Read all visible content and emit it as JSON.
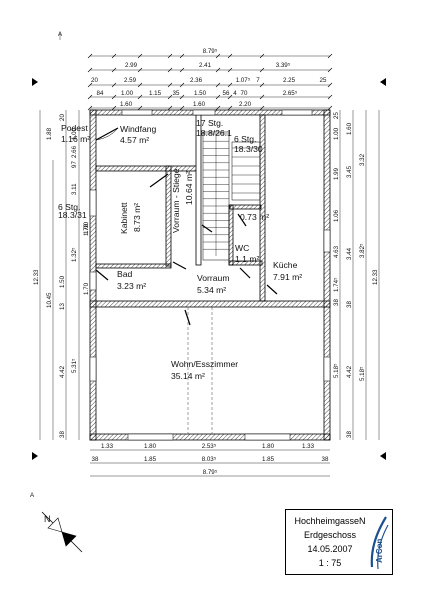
{
  "title_block": {
    "project": "HochheimgasseN",
    "floor": "Erdgeschoss",
    "date": "14.05.2007",
    "scale": "1 : 75",
    "logo_text": "ArCon Visuelle Architektur"
  },
  "rooms": [
    {
      "name": "Podest",
      "area": "1.16 m²"
    },
    {
      "name": "Windfang",
      "area": "4.57 m²"
    },
    {
      "name": "17 Stg.",
      "area": "18.8/26.1"
    },
    {
      "name": "6 Stg.",
      "area": "18.3/30"
    },
    {
      "name": "Vorraum - Stiege",
      "area": "10.64 m²"
    },
    {
      "name": "Kabinett",
      "area": "8.73 m²"
    },
    {
      "name": "",
      "area": "0.73 m²"
    },
    {
      "name": "WC",
      "area": "1.1 m²"
    },
    {
      "name": "Küche",
      "area": "7.91 m²"
    },
    {
      "name": "6 Stg.",
      "area": "18.3/31"
    },
    {
      "name": "Bad",
      "area": "3.23 m²"
    },
    {
      "name": "Vorraum",
      "area": "5.34 m²"
    },
    {
      "name": "Wohn/Esszimmer",
      "area": "35.14 m²"
    }
  ],
  "dims_top": {
    "overall": "8.79⁵",
    "row1": [
      "2.99",
      "2.41",
      "3.39⁵"
    ],
    "row2": [
      "20",
      "2.59",
      "2.36",
      "1.07⁵",
      "7",
      "2.25",
      "25"
    ],
    "row3": [
      "84",
      "1.00",
      "1.15",
      "35",
      "1.50",
      "56",
      "4",
      "70",
      "2.65⁵"
    ],
    "row4": [
      "1.60",
      "1.60",
      "2.20"
    ]
  },
  "dims_bottom": {
    "row1": [
      "1.33",
      "1.80",
      "2.53⁵",
      "1.80",
      "1.33"
    ],
    "row2": [
      "38",
      "1.85",
      "8.03⁵",
      "1.85",
      "38"
    ],
    "overall": "8.79⁵"
  },
  "dims_left": {
    "overall": "12.33",
    "mid": [
      "1.88",
      "10.45"
    ],
    "inner": [
      "3.11",
      "1.32⁵",
      "1.50",
      "13",
      "4.42",
      "5.31⁵"
    ],
    "small": [
      "20",
      "1.00",
      "2.66",
      "97",
      "1.70",
      "1.70",
      "1.00",
      "38"
    ]
  },
  "dims_right": {
    "overall": "12.33",
    "outer": [
      "3.32",
      "3.82⁵",
      "5.18⁵"
    ],
    "inner": [
      "1.60",
      "3.45",
      "1.99",
      "3.44",
      "1.06",
      "4.63",
      "1.74⁵",
      "4.42",
      "5.18⁵"
    ],
    "small": [
      "25",
      "1.00",
      "38",
      "38",
      "38"
    ]
  },
  "section_marks": [
    "A",
    "A"
  ]
}
